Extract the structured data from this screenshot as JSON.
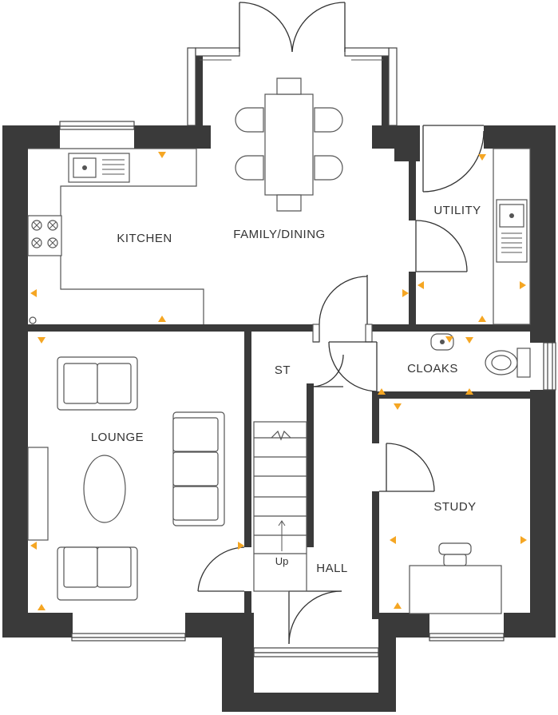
{
  "colors": {
    "wall": "#3a3a3a",
    "outline": "#555555",
    "socket_marker": "#f5a623",
    "background": "#ffffff"
  },
  "rooms": {
    "kitchen": "KITCHEN",
    "family_dining": "FAMILY/DINING",
    "utility": "UTILITY",
    "st": "ST",
    "cloaks": "CLOAKS",
    "lounge": "LOUNGE",
    "study": "STUDY",
    "hall": "HALL"
  },
  "stairs": {
    "direction_label": "Up"
  },
  "icons": [
    "socket-marker-icon",
    "sink-icon",
    "hob-icon",
    "toilet-icon",
    "basin-icon",
    "arrow-up-icon"
  ]
}
